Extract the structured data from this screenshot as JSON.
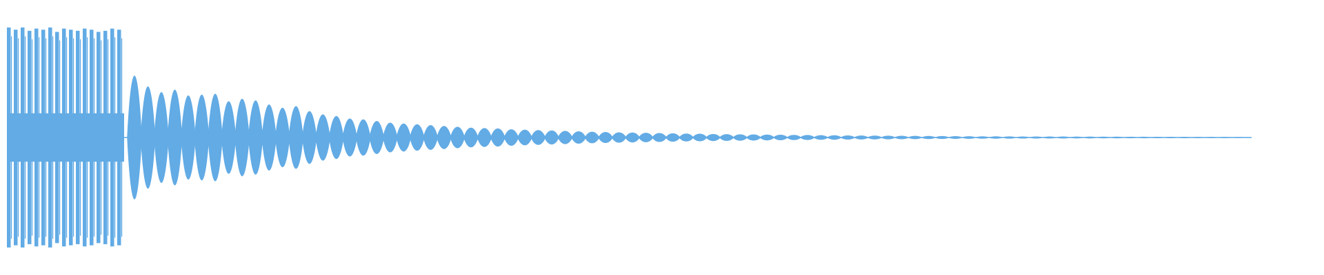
{
  "waveform": {
    "color": "#62ABE5",
    "style": "mirrored-amplitude",
    "segments": {
      "burst": {
        "description_free": true,
        "peaks": [
          1.0,
          0.98,
          1.0,
          0.97,
          0.99,
          0.98,
          1.0,
          0.96,
          0.99,
          0.98,
          0.97,
          0.99,
          0.98,
          0.96,
          0.97,
          0.99,
          0.98
        ]
      },
      "decay": {
        "peaks": [
          0.75,
          0.62,
          0.55,
          0.58,
          0.51,
          0.52,
          0.53,
          0.44,
          0.47,
          0.45,
          0.4,
          0.36,
          0.38,
          0.32,
          0.28,
          0.26,
          0.23,
          0.22,
          0.2,
          0.18,
          0.17,
          0.16,
          0.15,
          0.14,
          0.13,
          0.12,
          0.115,
          0.11,
          0.1,
          0.095,
          0.09,
          0.085,
          0.08,
          0.075,
          0.07,
          0.067,
          0.063,
          0.06,
          0.057,
          0.054,
          0.051,
          0.048,
          0.046,
          0.043,
          0.041,
          0.039,
          0.037,
          0.035,
          0.033,
          0.031,
          0.03,
          0.028,
          0.027,
          0.025,
          0.024,
          0.023,
          0.022,
          0.021,
          0.02,
          0.019,
          0.018,
          0.017,
          0.016,
          0.015,
          0.015,
          0.014,
          0.013,
          0.013,
          0.012,
          0.012,
          0.011,
          0.011,
          0.01,
          0.01,
          0.009,
          0.009,
          0.008,
          0.008,
          0.008,
          0.007,
          0.007,
          0.007,
          0.006
        ]
      }
    }
  }
}
